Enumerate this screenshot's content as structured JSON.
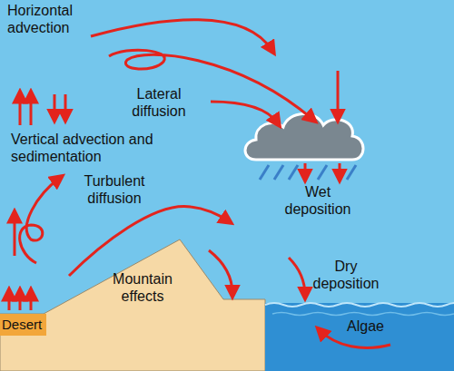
{
  "diagram": {
    "nodes": [
      {
        "text": [
          "Desert"
        ]
      }
    ],
    "labels": [
      "Horizontal advection",
      "Lateral diffusion",
      "Vertical advection and sedimentation",
      "Turbulent diffusion",
      "Wet deposition",
      "Mountain effects",
      "Dry deposition",
      "Algae"
    ]
  }
}
